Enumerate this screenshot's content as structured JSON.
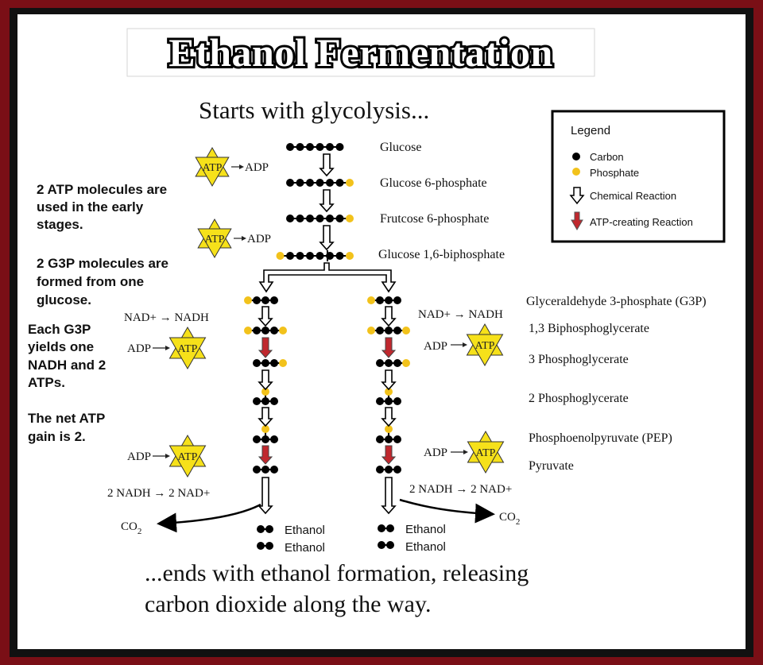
{
  "title": "Ethanol Fermentation",
  "subtitle": "Starts with glycolysis...",
  "footer_line1": "...ends with ethanol formation, releasing",
  "footer_line2": "carbon dioxide along the way.",
  "legend": {
    "title": "Legend",
    "carbon": "Carbon",
    "phosphate": "Phosphate",
    "chemical": "Chemical Reaction",
    "atp_creating": "ATP-creating Reaction"
  },
  "notes": {
    "n1": [
      "2 ATP molecules are",
      "used in the early",
      "stages."
    ],
    "n2": [
      "2 G3P molecules are",
      "formed from one",
      "glucose."
    ],
    "n3": [
      "Each G3P",
      "yields one",
      "NADH and 2",
      "ATPs."
    ],
    "n4": [
      "The net ATP",
      "gain is 2."
    ]
  },
  "molecules": {
    "glucose": "Glucose",
    "g6p": "Glucose 6-phosphate",
    "f6p": "Frutcose 6-phosphate",
    "f16bp": "Glucose 1,6-biphosphate",
    "g3p": "Glyceraldehyde 3-phosphate (G3P)",
    "bpg": "1,3 Biphosphoglycerate",
    "pg3": "3 Phosphoglycerate",
    "pg2": "2 Phosphoglycerate",
    "pep": "Phosphoenolpyruvate (PEP)",
    "pyruvate": "Pyruvate",
    "ethanol": "Ethanol"
  },
  "labels": {
    "atp": "ATP",
    "adp": "ADP",
    "nad_nadh": "NAD+ → NADH",
    "nadh_nad": "2 NADH → 2 NAD+",
    "co2_base": "CO",
    "co2_sub": "2"
  },
  "colors": {
    "border": "#7a0f16",
    "carbon": "#000000",
    "phosphate": "#f2c21b",
    "atp_star": "#f6e11a",
    "atp_arrow": "#c0282e"
  }
}
